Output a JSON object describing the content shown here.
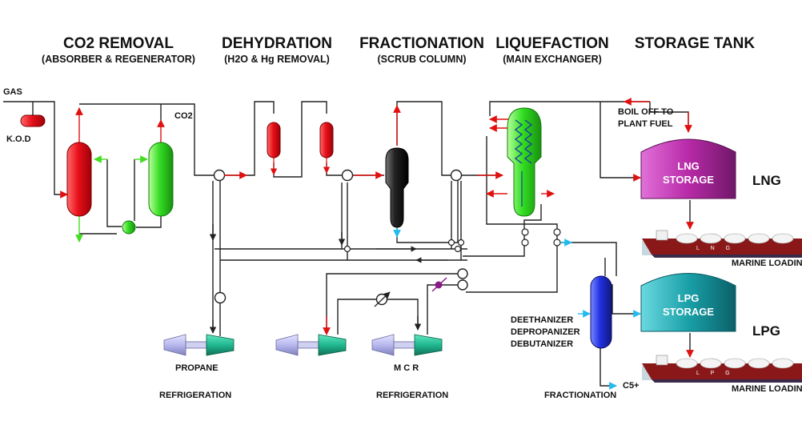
{
  "sections": [
    {
      "title": "CO2 REMOVAL",
      "subtitle": "(ABSORBER & REGENERATOR)"
    },
    {
      "title": "DEHYDRATION",
      "subtitle": "(H2O & Hg REMOVAL)"
    },
    {
      "title": "FRACTIONATION",
      "subtitle": "(SCRUB COLUMN)"
    },
    {
      "title": "LIQUEFACTION",
      "subtitle": "(MAIN EXCHANGER)"
    },
    {
      "title": "STORAGE TANK",
      "subtitle": ""
    }
  ],
  "labels": {
    "gas": "GAS",
    "kod": "K.O.D",
    "co2": "CO2",
    "boil_off_1": "BOIL OFF TO",
    "boil_off_2": "PLANT FUEL",
    "lng_storage_1": "LNG",
    "lng_storage_2": "STORAGE",
    "lpg_storage_1": "LPG",
    "lpg_storage_2": "STORAGE",
    "lng": "LNG",
    "lpg": "LPG",
    "marine_loading_lng": "MARINE LOADIN",
    "marine_loading_lpg": "MARINE LOADIN",
    "deethanizer": "DEETHANIZER",
    "depropanizer": "DEPROPANIZER",
    "debutanizer": "DEBUTANIZER",
    "c5_plus": "C5+",
    "propane": "PROPANE",
    "mcr": "M C R",
    "refrigeration_1": "REFRIGERATION",
    "refrigeration_2": "REFRIGERATION",
    "fractionation": "FRACTIONATION",
    "ship_lng_text": "L N G",
    "ship_lpg_text": "L P G"
  },
  "colors": {
    "absorber": "#e8101a",
    "regenerator": "#33dd22",
    "dehydrator": "#e8101a",
    "scrub_column": "#222222",
    "main_exchanger": "#22dd22",
    "lng_tank": "#b82aa8",
    "lpg_tank": "#1aa0a8",
    "fractionation_column": "#2030e0",
    "compressor": "#20b890",
    "driver": "#b8b8ee",
    "arrow_red": "#e01010",
    "arrow_green": "#33cc22",
    "arrow_cyan": "#22bbee"
  }
}
